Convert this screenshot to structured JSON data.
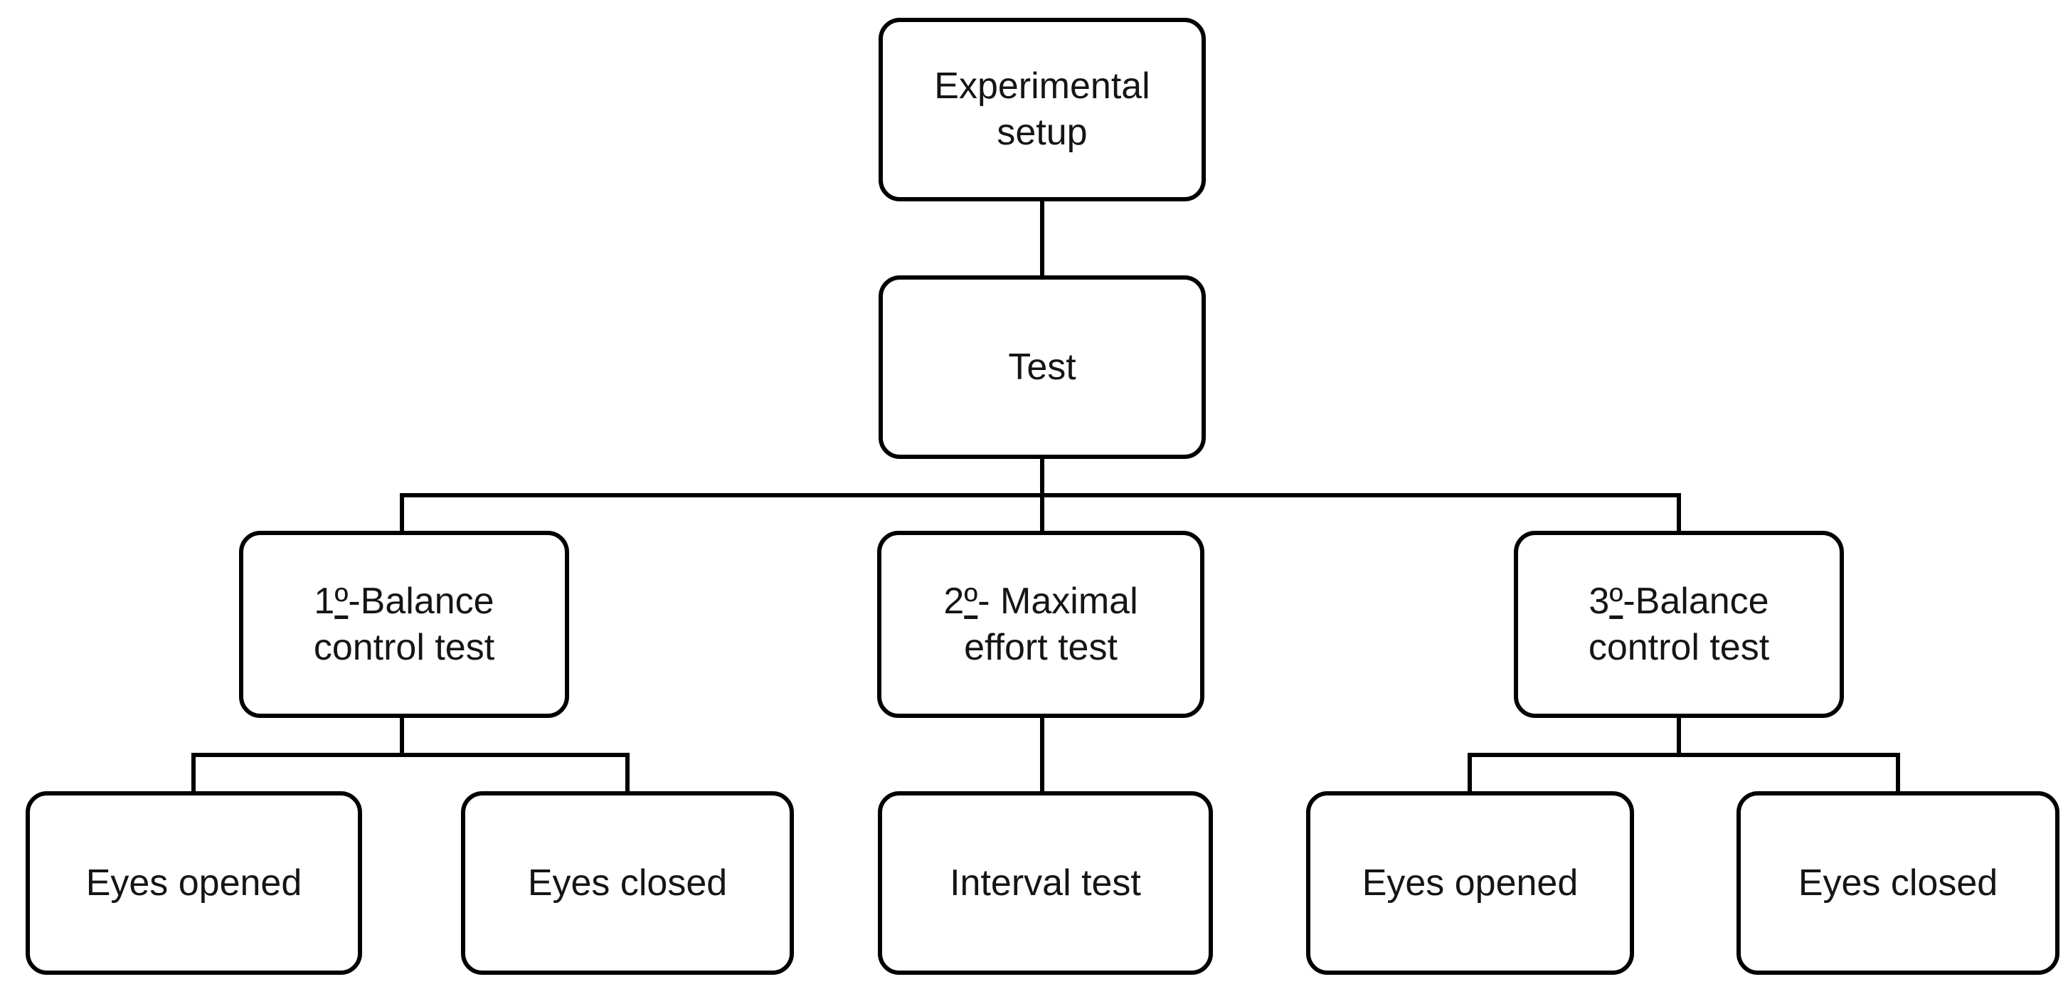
{
  "diagram": {
    "type": "flowchart-tree",
    "colors": {
      "line": "#000000",
      "box_fill": "#ffffff",
      "background": "#ffffff",
      "text": "#151515"
    },
    "tree": {
      "label": "Experimental setup",
      "children": [
        {
          "label": "Test",
          "children": [
            {
              "label": "1º-Balance control test",
              "label_parts": {
                "num": "1",
                "ordinal": "º",
                "rest": "-Balance control test"
              },
              "children": [
                {
                  "label": "Eyes opened"
                },
                {
                  "label": "Eyes closed"
                }
              ]
            },
            {
              "label": "2º- Maximal effort test",
              "label_parts": {
                "num": "2",
                "ordinal": "º",
                "rest": "- Maximal effort test"
              },
              "children": [
                {
                  "label": "Interval test"
                }
              ]
            },
            {
              "label": "3º-Balance control test",
              "label_parts": {
                "num": "3",
                "ordinal": "º",
                "rest": "-Balance control test"
              },
              "children": [
                {
                  "label": "Eyes opened"
                },
                {
                  "label": "Eyes closed"
                }
              ]
            }
          ]
        }
      ]
    }
  }
}
